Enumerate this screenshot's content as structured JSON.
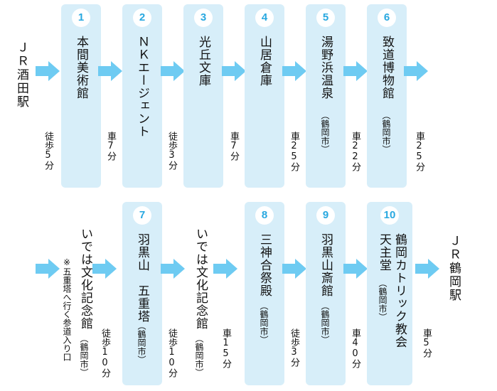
{
  "colors": {
    "box": "#d7eef9",
    "arrow": "#6ecbf2",
    "number": "#28a8e0"
  },
  "start_station": "ＪＲ酒田駅",
  "end_station": "ＪＲ鶴岡駅",
  "row1": {
    "stops": [
      {
        "num": "1",
        "name": "本間美術館",
        "city": ""
      },
      {
        "num": "2",
        "name": "ＮＫエージェント",
        "city": ""
      },
      {
        "num": "3",
        "name": "光丘文庫",
        "city": ""
      },
      {
        "num": "4",
        "name": "山居倉庫",
        "city": ""
      },
      {
        "num": "5",
        "name": "湯野浜温泉",
        "city": "（鶴岡市）"
      },
      {
        "num": "6",
        "name": "致道博物館",
        "city": "（鶴岡市）"
      }
    ],
    "legs": [
      "徒歩5分",
      "車7分",
      "徒歩3分",
      "車7分",
      "車25分",
      "車22分",
      "車25分"
    ]
  },
  "row2": {
    "stops": [
      {
        "num": "7",
        "name": "羽黒山　五重塔",
        "city": "（鶴岡市）"
      },
      {
        "num": "8",
        "name": "三神合祭殿",
        "city": "（鶴岡市）"
      },
      {
        "num": "9",
        "name": "羽黒山斎館",
        "city": "（鶴岡市）"
      },
      {
        "num": "10",
        "name": "鶴岡カトリック教会",
        "name2": "天主堂",
        "city": "（鶴岡市）"
      }
    ],
    "waypoint1": {
      "name": "いでは文化記念館",
      "city": "（鶴岡市）",
      "note": "※五重塔へ行く参道入り口"
    },
    "waypoint2": {
      "name": "いでは文化記念館",
      "city": "（鶴岡市）"
    },
    "legs": [
      "徒歩10分",
      "徒歩10分",
      "車15分",
      "徒歩3分",
      "車40分",
      "車5分"
    ]
  }
}
